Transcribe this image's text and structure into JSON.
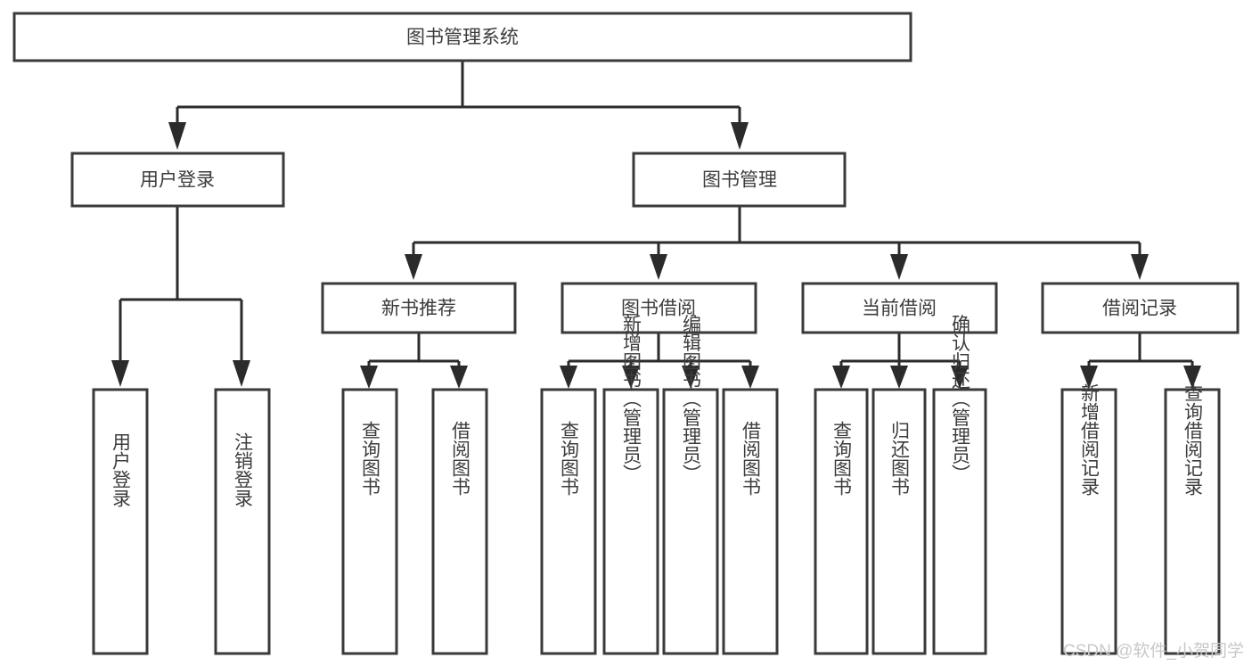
{
  "diagram": {
    "type": "tree-hierarchy",
    "title": "图书管理系统",
    "orientation": "top-down",
    "colors": {
      "box_stroke": "#3a3a3a",
      "box_fill": "#ffffff",
      "connector": "#2b2b2b",
      "text": "#3c3c3c",
      "watermark": "#c8c8c8",
      "background": "#ffffff"
    },
    "root": {
      "label": "图书管理系统",
      "level": 0
    },
    "level1": [
      {
        "label": "用户登录"
      },
      {
        "label": "图书管理"
      }
    ],
    "level2": [
      {
        "label": "新书推荐",
        "parent": "图书管理"
      },
      {
        "label": "图书借阅",
        "parent": "图书管理"
      },
      {
        "label": "当前借阅",
        "parent": "图书管理"
      },
      {
        "label": "借阅记录",
        "parent": "图书管理"
      }
    ],
    "leaves": {
      "用户登录": [
        "用户登录",
        "注销登录"
      ],
      "新书推荐": [
        "查询图书",
        "借阅图书"
      ],
      "图书借阅": [
        "查询图书",
        "新增图书（管理员）",
        "编辑图书（管理员）",
        "借阅图书"
      ],
      "当前借阅": [
        "查询图书",
        "归还图书",
        "确认归还（管理员）"
      ],
      "借阅记录": [
        "新增借阅记录",
        "查询借阅记录"
      ]
    },
    "leaf_labels": {
      "l0": "用户登录",
      "l1": "注销登录",
      "l2": "查询图书",
      "l3": "借阅图书",
      "l4": "查询图书",
      "l5": "新增图书（管理员）",
      "l6": "编辑图书（管理员）",
      "l7": "借阅图书",
      "l8": "查询图书",
      "l9": "归还图书",
      "l10": "确认归还（管理员）",
      "l11": "新增借阅记录",
      "l12": "查询借阅记录"
    }
  },
  "watermark": {
    "text": "CSDN @软件_小贺同学"
  }
}
